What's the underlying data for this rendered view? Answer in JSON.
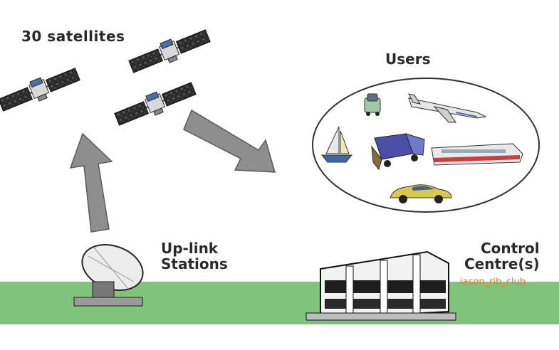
{
  "labels": {
    "satellites": "30 satellites",
    "users": "Users",
    "uplink_line1": "Up-link",
    "uplink_line2": "Stations",
    "control_line1": "Control",
    "control_line2": "Centre(s)"
  },
  "watermark": "iason_rib_club",
  "colors": {
    "ground": "#7fc47a",
    "arrow": "#8e8e8e",
    "arrow_edge": "#5a5a5a",
    "label": "#2a2a2a",
    "watermark": "#f07a1a"
  },
  "icons": [
    "satellite-icon",
    "dish-antenna-icon",
    "building-icon",
    "car-icon",
    "airplane-icon",
    "sailboat-icon",
    "truck-icon",
    "train-icon",
    "sports-car-icon"
  ]
}
